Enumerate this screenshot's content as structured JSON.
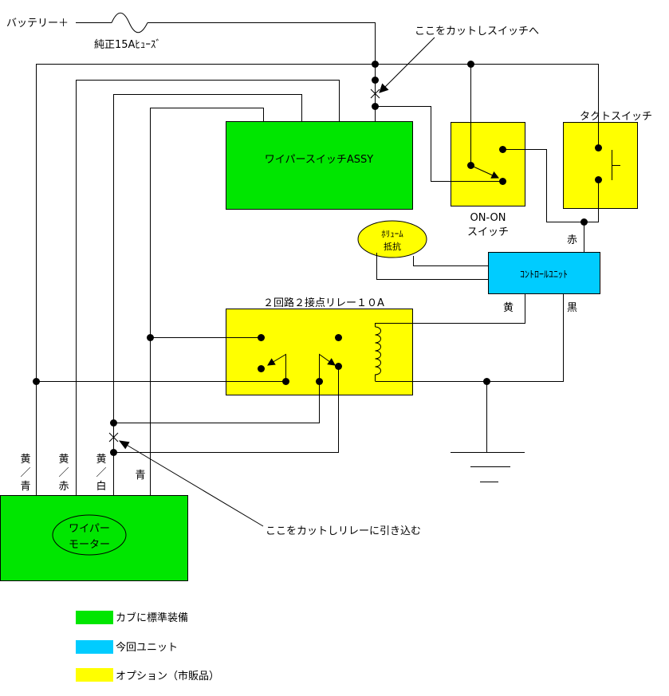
{
  "colors": {
    "standard": "#00e600",
    "unit": "#00ccff",
    "option": "#ffff00"
  },
  "power": {
    "battery_label": "バッテリー＋",
    "fuse_label": "純正15Aﾋｭｰｽﾞ"
  },
  "notes": {
    "cut_to_switch": "ここをカットしスイッチへ",
    "cut_to_relay": "ここをカットしリレーに引き込む"
  },
  "components": {
    "wiper_switch": "ワイパースイッチASSY",
    "on_on_switch": {
      "line1": "ON-ON",
      "line2": "スイッチ"
    },
    "tact_switch": "タクトスイッチ",
    "volume_resistor": {
      "line1": "ﾎﾘｭｰﾑ",
      "line2": "抵抗"
    },
    "control_unit": "ｺﾝﾄﾛｰﾙﾕﾆｯﾄ",
    "relay": "２回路２接点リレー１０A",
    "wiper_motor": {
      "line1": "ワイパー",
      "line2": "モーター"
    }
  },
  "control_unit_wires": {
    "red": "赤",
    "yellow": "黄",
    "black": "黒"
  },
  "motor_wires": [
    {
      "top": "黄",
      "sep": "／",
      "bottom": "青"
    },
    {
      "top": "黄",
      "sep": "／",
      "bottom": "赤"
    },
    {
      "top": "黄",
      "sep": "／",
      "bottom": "白"
    },
    {
      "label": "青"
    }
  ],
  "legend": [
    {
      "label": "カブに標準装備",
      "color": "#00e600"
    },
    {
      "label": "今回ユニット",
      "color": "#00ccff"
    },
    {
      "label": "オプション（市販品）",
      "color": "#ffff00"
    }
  ]
}
